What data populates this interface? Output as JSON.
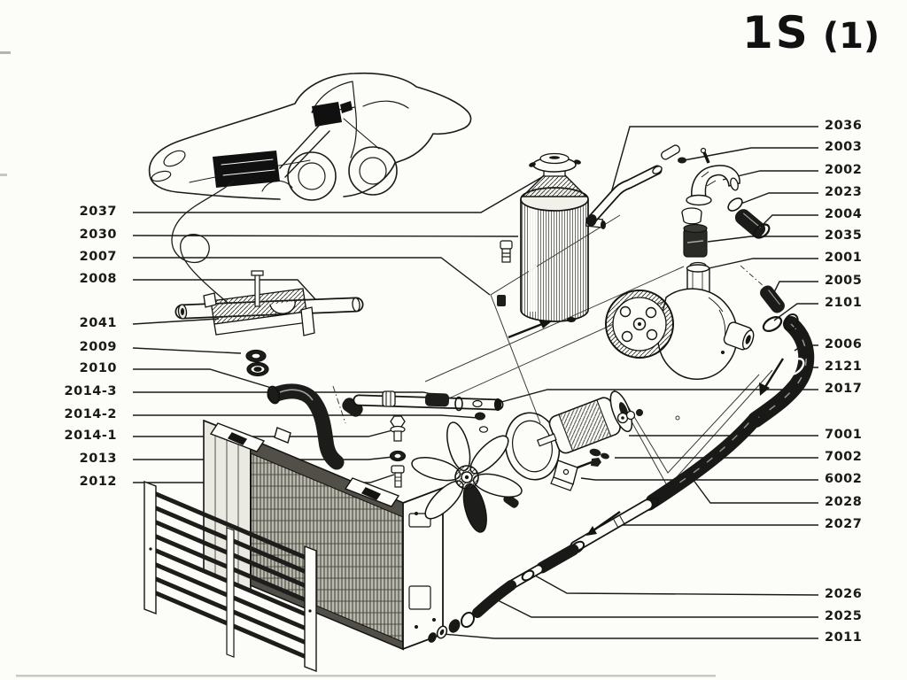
{
  "page": {
    "code": "1S",
    "sheet": "(1)"
  },
  "labels": {
    "left": [
      "2037",
      "2030",
      "2007",
      "2008",
      "2041",
      "2009",
      "2010",
      "2014-3",
      "2014-2",
      "2014-1",
      "2013",
      "2012"
    ],
    "right": [
      "2036",
      "2003",
      "2002",
      "2023",
      "2004",
      "2035",
      "2001",
      "2005",
      "2101",
      "2006",
      "2121",
      "2017",
      "7001",
      "7002",
      "6002",
      "2028",
      "2027",
      "2026",
      "2025",
      "2011"
    ]
  }
}
